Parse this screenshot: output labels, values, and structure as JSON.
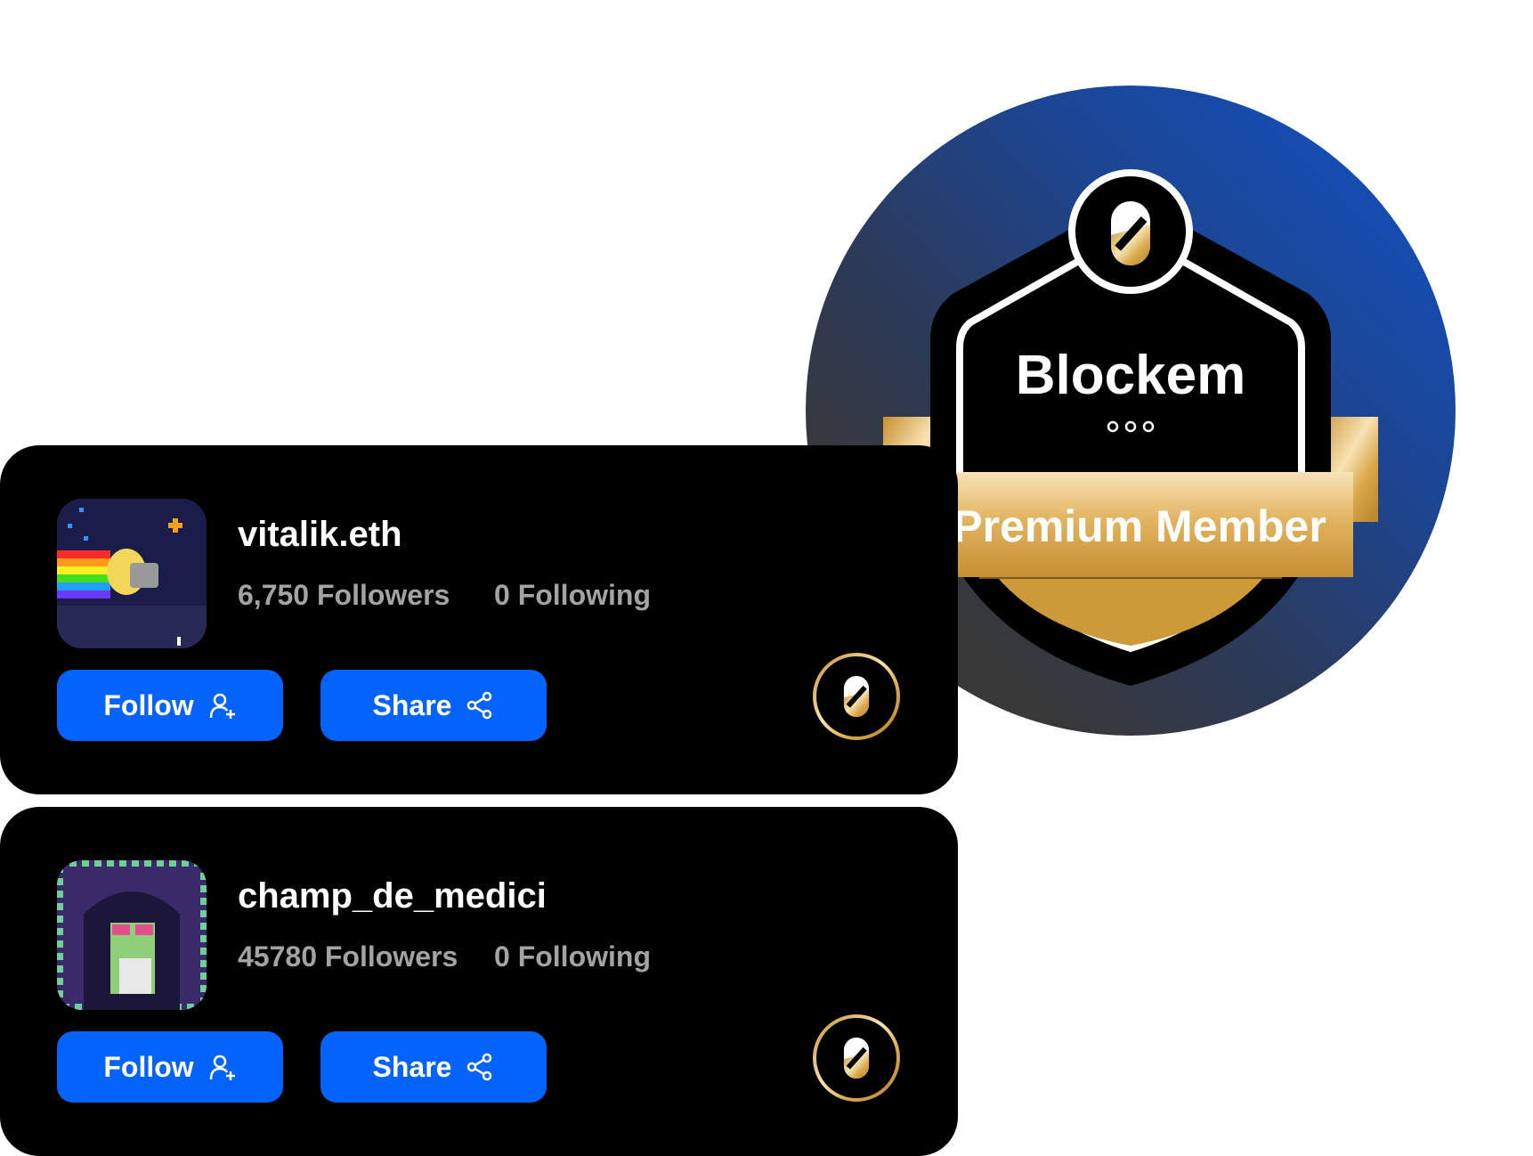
{
  "badge": {
    "brand": "Blockem",
    "label": "Premium Member",
    "logo_icon": "blockem-logo-icon"
  },
  "colors": {
    "accent": "#0463fa",
    "gold": "#d9a648",
    "card_bg": "#000000",
    "stat_text": "#a3a3a3"
  },
  "profiles": [
    {
      "name": "vitalik.eth",
      "followers": "6,750 Followers",
      "following": "0 Following",
      "follow_label": "Follow",
      "share_label": "Share"
    },
    {
      "name": "champ_de_medici",
      "followers": "45780 Followers",
      "following": "0 Following",
      "follow_label": "Follow",
      "share_label": "Share"
    }
  ]
}
